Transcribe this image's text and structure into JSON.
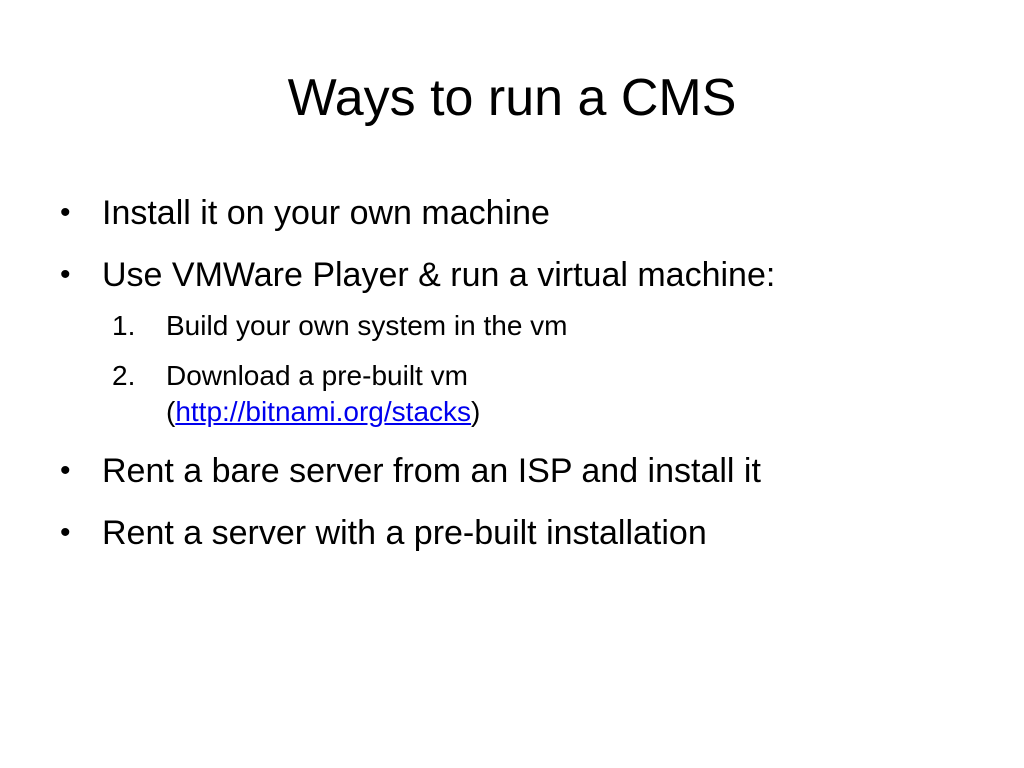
{
  "slide": {
    "title": "Ways to run a CMS",
    "bullets": [
      {
        "marker": "•",
        "text": "Install it on your own machine"
      },
      {
        "marker": "•",
        "text": "Use VMWare Player & run a virtual machine:"
      }
    ],
    "subitems": [
      {
        "marker": "1.",
        "text": "Build your own system in the vm"
      },
      {
        "marker": "2.",
        "text": "Download a pre-built vm",
        "paren_open": "(",
        "link_text": "http://bitnami.org/stacks",
        "paren_close": ")"
      }
    ],
    "bullets_after": [
      {
        "marker": "•",
        "text": "Rent a bare server from an ISP and install it"
      },
      {
        "marker": "•",
        "text": "Rent a server with a pre-built installation"
      }
    ],
    "colors": {
      "background": "#ffffff",
      "text": "#000000",
      "link": "#0000ee"
    }
  }
}
